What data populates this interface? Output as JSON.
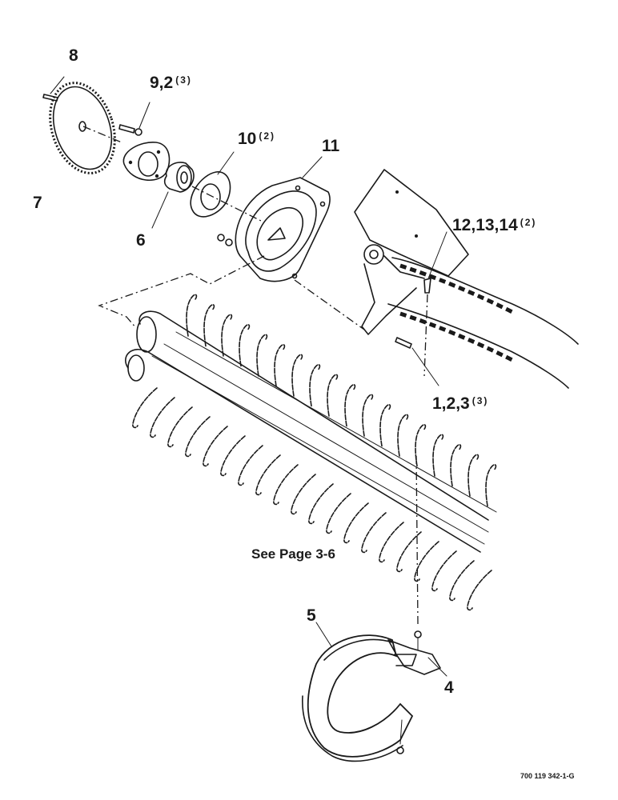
{
  "callouts": [
    {
      "id": "c8",
      "main": "8",
      "qty": ""
    },
    {
      "id": "c92",
      "main": "9,2",
      "qty": "(3)"
    },
    {
      "id": "c10",
      "main": "10",
      "qty": "(2)"
    },
    {
      "id": "c11",
      "main": "11",
      "qty": ""
    },
    {
      "id": "c7",
      "main": "7",
      "qty": ""
    },
    {
      "id": "c6",
      "main": "6",
      "qty": ""
    },
    {
      "id": "c121314",
      "main": "12,13,14",
      "qty": "(2)"
    },
    {
      "id": "c123",
      "main": "1,2,3",
      "qty": "(3)"
    },
    {
      "id": "c5",
      "main": "5",
      "qty": ""
    },
    {
      "id": "c4",
      "main": "4",
      "qty": ""
    }
  ],
  "note": "See Page 3-6",
  "doc_number": "700 119 342-1-G"
}
